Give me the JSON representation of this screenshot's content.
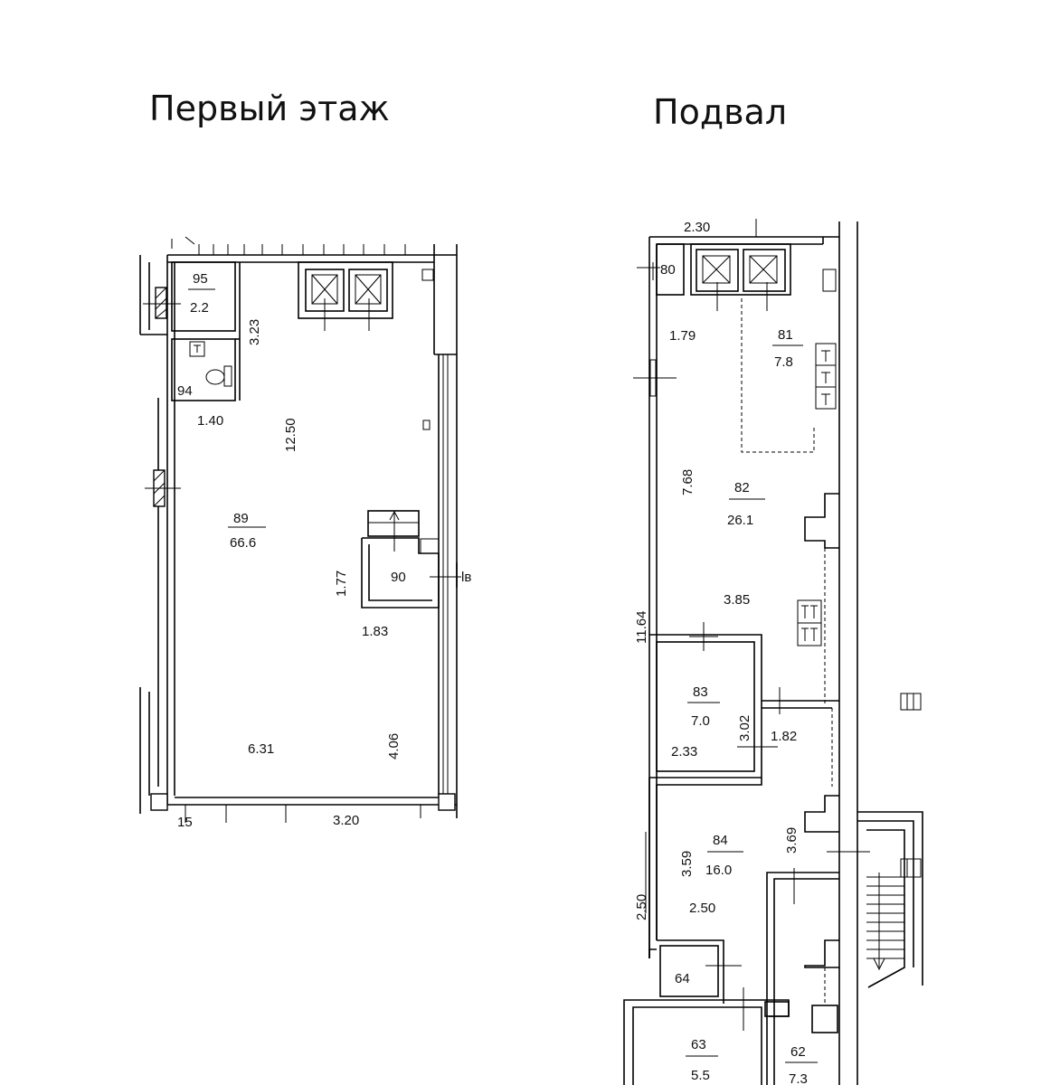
{
  "titles": {
    "first_floor": "Первый этаж",
    "basement": "Подвал"
  },
  "first_floor": {
    "rooms": [
      {
        "id": "95",
        "area": "2.2"
      },
      {
        "id": "94",
        "area": ""
      },
      {
        "id": "89",
        "area": "66.6"
      },
      {
        "id": "90",
        "area": ""
      }
    ],
    "dimensions": [
      "3.23",
      "1.40",
      "12.50",
      "1.77",
      "1.83",
      "6.31",
      "4.06",
      "3.20",
      "15"
    ],
    "labels": {
      "entrance": "lв"
    }
  },
  "basement": {
    "rooms": [
      {
        "id": "80",
        "area": ""
      },
      {
        "id": "81",
        "area": "7.8"
      },
      {
        "id": "82",
        "area": "26.1"
      },
      {
        "id": "83",
        "area": "7.0"
      },
      {
        "id": "84",
        "area": "16.0"
      },
      {
        "id": "64",
        "area": ""
      },
      {
        "id": "63",
        "area": "5.5"
      },
      {
        "id": "62",
        "area": "7.3"
      }
    ],
    "dimensions": [
      "2.30",
      "1.79",
      "7.68",
      "3.85",
      "11.64",
      "3.02",
      "1.82",
      "2.33",
      "3.59",
      "3.69",
      "2.50",
      "2.50"
    ]
  }
}
